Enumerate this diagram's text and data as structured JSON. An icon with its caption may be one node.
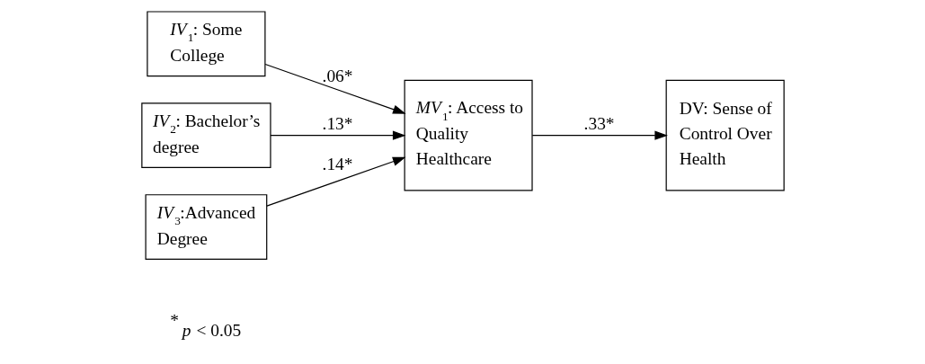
{
  "diagram": {
    "nodes": [
      {
        "text": [
          "*IV*$_{1}$: Some College"
        ]
      },
      {
        "text": [
          "*IV*$_{2}$: Bachelor’s degree"
        ]
      },
      {
        "text": [
          "*IV*$_{3}$:Advanced Degree"
        ]
      },
      {
        "text": [
          "*MV*$_{1}$: Access to Quality Healthcare"
        ]
      },
      {
        "text": [
          "DV: Sense of Control Over Health"
        ]
      }
    ],
    "edges": [
      {
        "from": 0,
        "to": 3,
        "arrow": "to",
        "label": ".06*"
      },
      {
        "from": 1,
        "to": 3,
        "arrow": "to",
        "label": ".13*"
      },
      {
        "from": 2,
        "to": 3,
        "arrow": "to",
        "label": ".14*"
      },
      {
        "from": 3,
        "to": 4,
        "arrow": "to",
        "label": ".33*"
      }
    ],
    "labels": [
      "$^{*}$ *p* < 0.05"
    ]
  }
}
